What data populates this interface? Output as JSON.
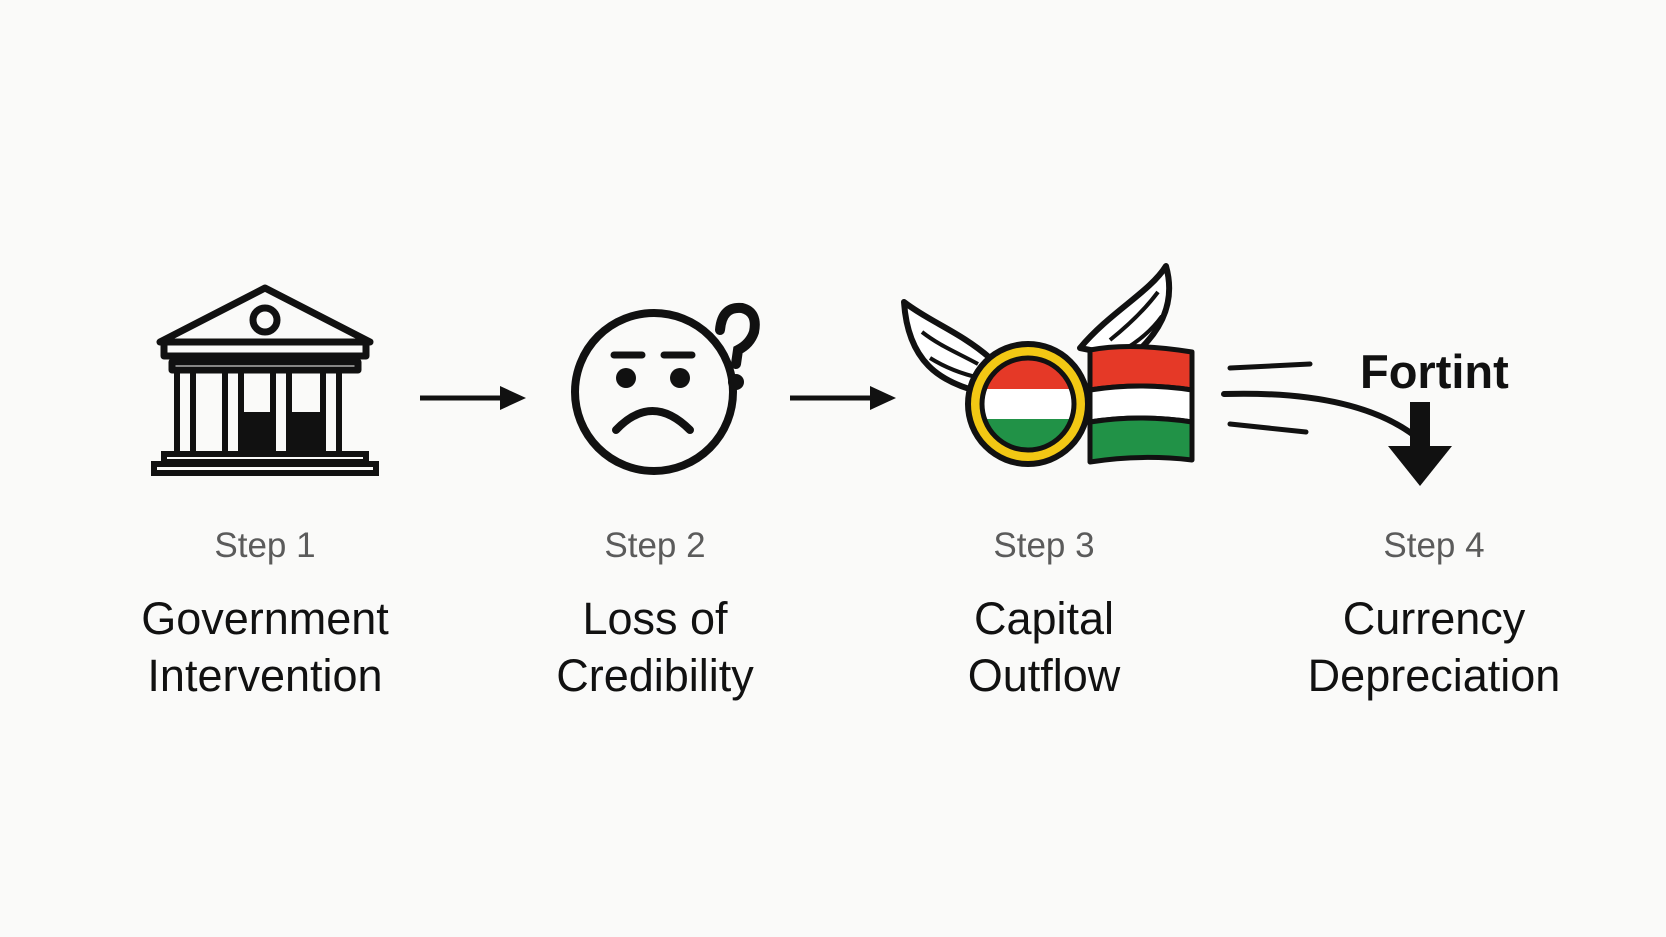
{
  "steps": [
    {
      "number": "Step 1",
      "title_line1": "Government",
      "title_line2": "Intervention",
      "icon": "government-building-icon"
    },
    {
      "number": "Step 2",
      "title_line1": "Loss of",
      "title_line2": "Credibility",
      "icon": "worried-face-question-icon"
    },
    {
      "number": "Step 3",
      "title_line1": "Capital",
      "title_line2": "Outflow",
      "icon": "winged-coin-flag-icon"
    },
    {
      "number": "Step 4",
      "title_line1": "Currency",
      "title_line2": "Depreciation",
      "icon": "falling-arrow-icon"
    }
  ],
  "currency_label": "Fortint",
  "colors": {
    "ink": "#111111",
    "step_label": "#5b5b5b",
    "flag_red": "#e53927",
    "flag_white": "#ffffff",
    "flag_green": "#219247",
    "coin_gold": "#f2c814",
    "background": "#fafaf9"
  }
}
